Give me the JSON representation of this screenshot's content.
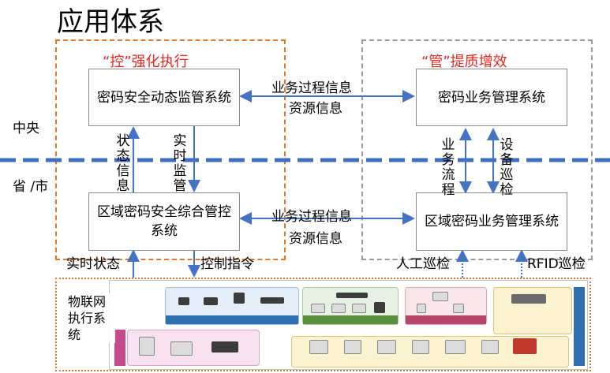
{
  "title": "应用体系",
  "tiers": {
    "central": "中央",
    "provincial": "省 /市"
  },
  "left_zone": {
    "heading": "“控”强化执行",
    "top_box": "密码安全动态监管系统",
    "bottom_box": "区域密码安全综合管控系统",
    "up_label": "状态信息",
    "down_label": "实时监管"
  },
  "right_zone": {
    "heading": "“管”提质增效",
    "top_box": "密码业务管理系统",
    "bottom_box": "区域密码业务管理系统",
    "left_label": "业务流程",
    "right_label": "设备巡检"
  },
  "links": {
    "top_line1": "业务过程信息",
    "top_line2": "资源信息",
    "bottom_line1": "业务过程信息",
    "bottom_line2": "资源信息"
  },
  "iot": {
    "title": "物联网执行系统",
    "realtime_status": "实时状态",
    "control_cmd": "控制指令",
    "manual_patrol": "人工巡检",
    "rfid_patrol": "RFID巡检"
  },
  "colors": {
    "accent_red": "#e8271e",
    "arrow_blue": "#4472c4",
    "divider_blue": "#3f6fbf",
    "zone_orange": "#e07a2a",
    "zone_gray": "#9a9a9a"
  }
}
